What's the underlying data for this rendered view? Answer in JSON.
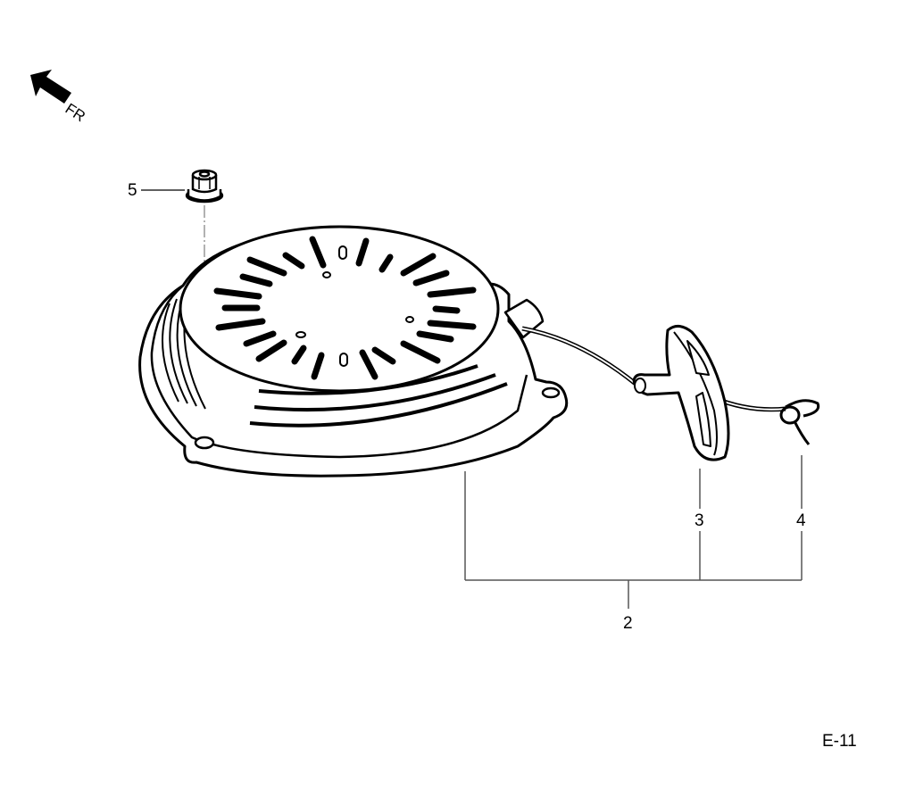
{
  "diagram": {
    "type": "exploded-parts-diagram",
    "subject": "recoil starter assembly",
    "page_id": "E-11",
    "orientation": {
      "label": "FR",
      "icon": "arrow-up-left-icon"
    },
    "callouts": [
      {
        "number": "5",
        "part": "flange nut"
      },
      {
        "number": "2",
        "part": "recoil starter assembly"
      },
      {
        "number": "3",
        "part": "starter grip"
      },
      {
        "number": "4",
        "part": "rope / knot"
      }
    ]
  },
  "colors": {
    "line": "#000000",
    "leader": "#555555",
    "background": "#ffffff"
  }
}
